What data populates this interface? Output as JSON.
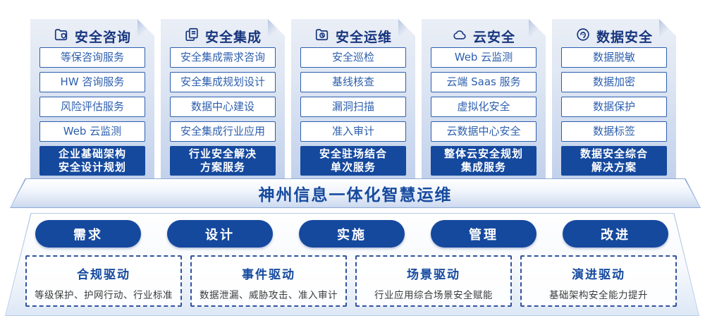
{
  "colors": {
    "primary_blue": "#15499e",
    "title_navy": "#17357e",
    "item_blue": "#2d5fae",
    "desc_gray": "#3b3b3b",
    "panel_top": "#eaeef6",
    "panel_bottom": "#c2d1ec"
  },
  "columns": [
    {
      "icon": "folder-shield-icon",
      "title": "安全咨询",
      "items": [
        "等保咨询服务",
        "HW 咨询服务",
        "风险评估服务",
        "Web 云监测"
      ],
      "highlight_line1": "企业基础架构",
      "highlight_line2": "安全设计规划"
    },
    {
      "icon": "document-stack-icon",
      "title": "安全集成",
      "items": [
        "安全集成需求咨询",
        "安全集成规划设计",
        "数据中心建设",
        "安全集成行业应用"
      ],
      "highlight_line1": "行业安全解决",
      "highlight_line2": "方案服务"
    },
    {
      "icon": "folder-clock-icon",
      "title": "安全运维",
      "items": [
        "安全巡检",
        "基线核查",
        "漏洞扫描",
        "准入审计"
      ],
      "highlight_line1": "安全驻场结合",
      "highlight_line2": "单次服务"
    },
    {
      "icon": "cloud-icon",
      "title": "云安全",
      "items": [
        "Web 云监测",
        "云端 Saas 服务",
        "虚拟化安全",
        "云数据中心安全"
      ],
      "highlight_line1": "整体云安全规划",
      "highlight_line2": "集成服务"
    },
    {
      "icon": "fingerprint-icon",
      "title": "数据安全",
      "items": [
        "数据脱敏",
        "数据加密",
        "数据保护",
        "数据标签"
      ],
      "highlight_line1": "数据安全综合",
      "highlight_line2": "解决方案"
    }
  ],
  "banner": {
    "title": "神州信息一体化智慧运维"
  },
  "process_pills": [
    {
      "label": "需求"
    },
    {
      "label": "设计"
    },
    {
      "label": "实施"
    },
    {
      "label": "管理"
    },
    {
      "label": "改进"
    }
  ],
  "drivers": [
    {
      "title": "合规驱动",
      "desc": "等级保护、护网行动、行业标准"
    },
    {
      "title": "事件驱动",
      "desc": "数据泄漏、威胁攻击、准入审计"
    },
    {
      "title": "场景驱动",
      "desc": "行业应用综合场景安全赋能"
    },
    {
      "title": "演进驱动",
      "desc": "基础架构安全能力提升"
    }
  ]
}
